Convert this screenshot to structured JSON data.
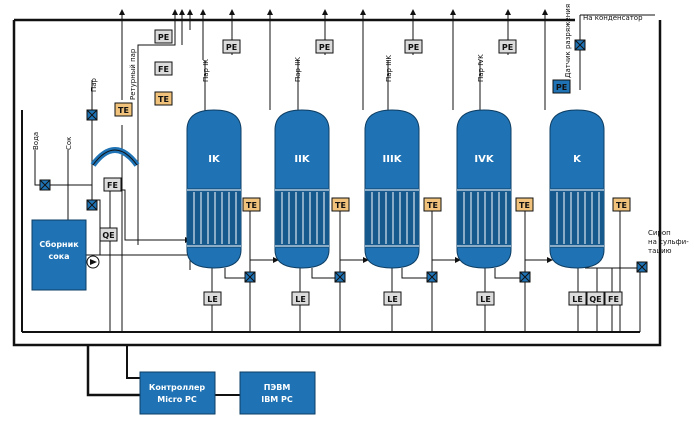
{
  "colors": {
    "vessel": "#1f73b4",
    "vessel_dark": "#16598c",
    "te_box": "#f0c27b",
    "inst_box": "#dcdcdc",
    "control_box": "#1f73b4",
    "line": "#111111"
  },
  "vessels": [
    {
      "label": "IK",
      "steam_label": "Пар IK"
    },
    {
      "label": "IIK",
      "steam_label": "Пар IIK"
    },
    {
      "label": "IIIK",
      "steam_label": "Пар IIIK"
    },
    {
      "label": "IVK",
      "steam_label": "Пар IVK"
    },
    {
      "label": "K",
      "steam_label": "Датчик разряжения"
    }
  ],
  "instruments": {
    "pe": "PE",
    "fe": "FE",
    "te": "TE",
    "le": "LE",
    "qe": "QE"
  },
  "labels": {
    "condenser": "На конденсатор",
    "return_steam": "Ретурный пар",
    "steam": "Пар",
    "water": "Вода",
    "juice": "Сок",
    "syrup_out": "Сироп на сульфи- тацию",
    "tank": "Сборник сока",
    "controller_line1": "Контроллер",
    "controller_line2": "Micro PC",
    "pc_line1": "ПЭВМ",
    "pc_line2": "IBM PC"
  }
}
